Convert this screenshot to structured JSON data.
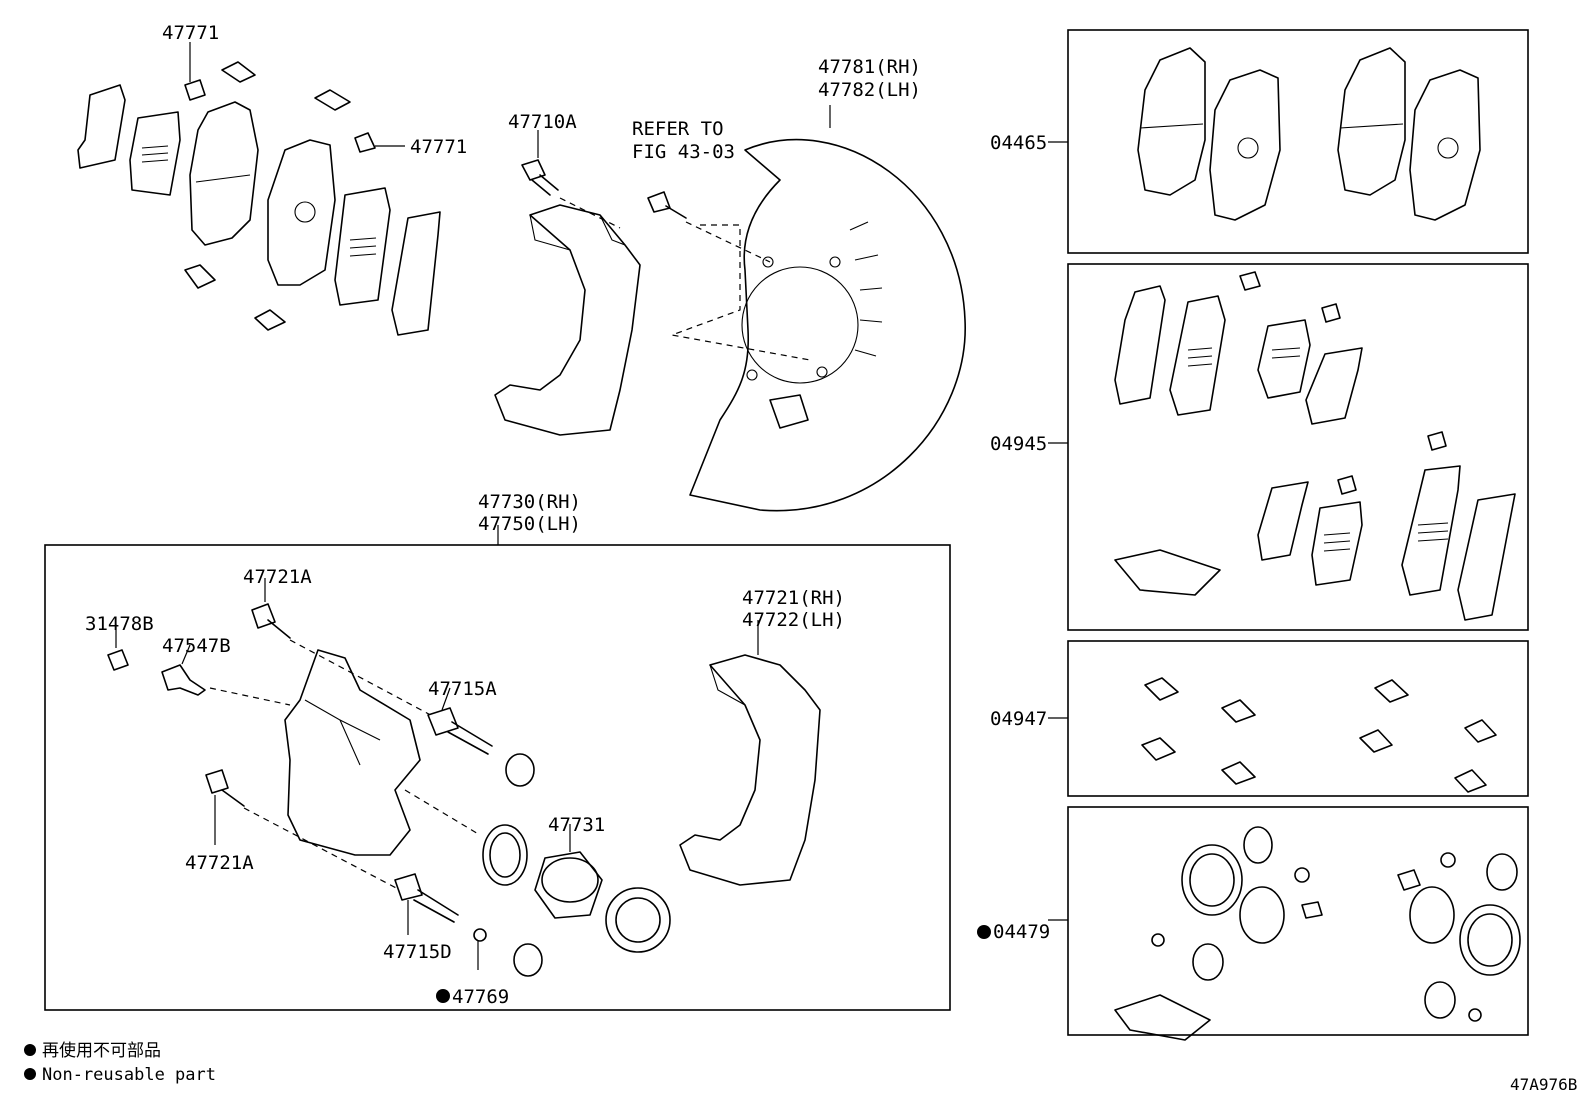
{
  "labels": {
    "clip_top": "47771",
    "clip_right": "47771",
    "bolt_47710a": "47710A",
    "refer_line1": "REFER TO",
    "refer_line2": "FIG 43-03",
    "cover_rh": "47781(RH)",
    "cover_lh": "47782(LH)",
    "caliper_rh": "47730(RH)",
    "caliper_lh": "47750(LH)",
    "bolt_47721a_top": "47721A",
    "bushing_31478b": "31478B",
    "bleeder_47547b": "47547B",
    "pin_47715a": "47715A",
    "mounting_rh": "47721(RH)",
    "mounting_lh": "47722(LH)",
    "piston_47731": "47731",
    "bolt_47721a_bottom": "47721A",
    "pin_47715d": "47715D",
    "cap_47769": "47769"
  },
  "kits": {
    "pad_kit": "04465",
    "anti_squeal_kit": "04945",
    "fitting_kit": "04947",
    "cylinder_kit": "04479"
  },
  "legend": {
    "line_jp": "再使用不可部品",
    "line_en": "Non-reusable part"
  },
  "diagram_code": "47A976B"
}
